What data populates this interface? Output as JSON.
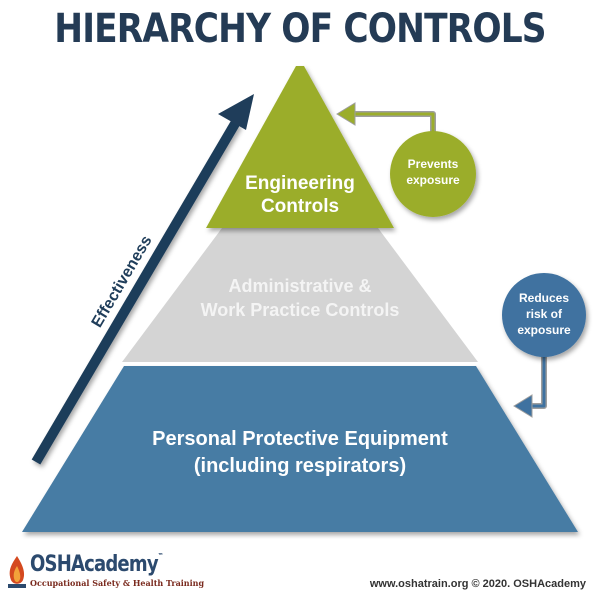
{
  "title": "HIERARCHY OF CONTROLS",
  "levels": [
    {
      "line1": "Engineering",
      "line2": "Controls",
      "color": "#9bad2c",
      "text_color": "#ffffff"
    },
    {
      "line1": "Administrative &",
      "line2": "Work Practice Controls",
      "color": "#d4d4d4",
      "text_color": "#f4f4f4"
    },
    {
      "line1": "Personal Protective Equipment",
      "line2": "(including respirators)",
      "color": "#467ba4",
      "text_color": "#ffffff"
    }
  ],
  "arrow_label": "Effectiveness",
  "arrow_color": "#1f3d5a",
  "callouts": [
    {
      "line1": "Prevents",
      "line2": "exposure",
      "color": "#9bad2c"
    },
    {
      "line1": "Reduces",
      "line2": "risk of",
      "line3": "exposure",
      "color": "#3f72a0"
    }
  ],
  "logo": {
    "name": "OSHAcademy",
    "trademark": "™",
    "tagline": "Occupational Safety & Health Training"
  },
  "footer": "www.oshatrain.org © 2020. OSHAcademy"
}
